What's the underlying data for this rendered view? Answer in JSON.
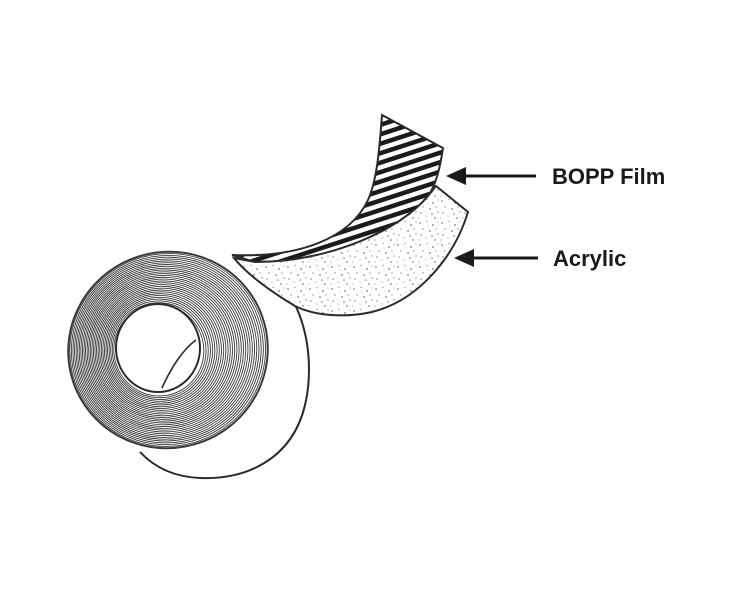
{
  "diagram": {
    "callouts": [
      {
        "id": "bopp-film",
        "label": "BOPP Film"
      },
      {
        "id": "acrylic",
        "label": "Acrylic"
      }
    ],
    "colors": {
      "line": "#2a2a2a",
      "background": "#ffffff",
      "speckle": "#8a8a8a"
    }
  }
}
